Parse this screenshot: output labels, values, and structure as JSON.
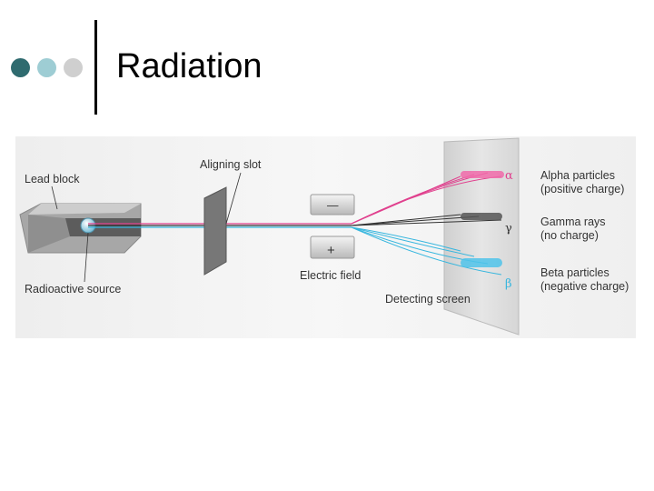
{
  "slide": {
    "title": "Radiation",
    "bullet_colors": [
      "#2f6b6f",
      "#9ecdd4",
      "#cfcfcf"
    ]
  },
  "diagram": {
    "labels": {
      "lead_block": "Lead block",
      "aligning_slot": "Aligning slot",
      "radioactive_source": "Radioactive source",
      "electric_field": "Electric field",
      "plate_negative": "—",
      "plate_positive": "+",
      "detecting_screen": "Detecting screen"
    },
    "beams": [
      {
        "symbol": "α",
        "name": "Alpha particles",
        "charge": "(positive charge)",
        "color": "#e0418e"
      },
      {
        "symbol": "γ",
        "name": "Gamma rays",
        "charge": "(no charge)",
        "color": "#333333"
      },
      {
        "symbol": "β",
        "name": "Beta particles",
        "charge": "(negative charge)",
        "color": "#36b6de"
      }
    ],
    "colors": {
      "background": "#f4f4f4",
      "lead": "#9a9a9a",
      "screen": "#e2e2e2"
    }
  }
}
